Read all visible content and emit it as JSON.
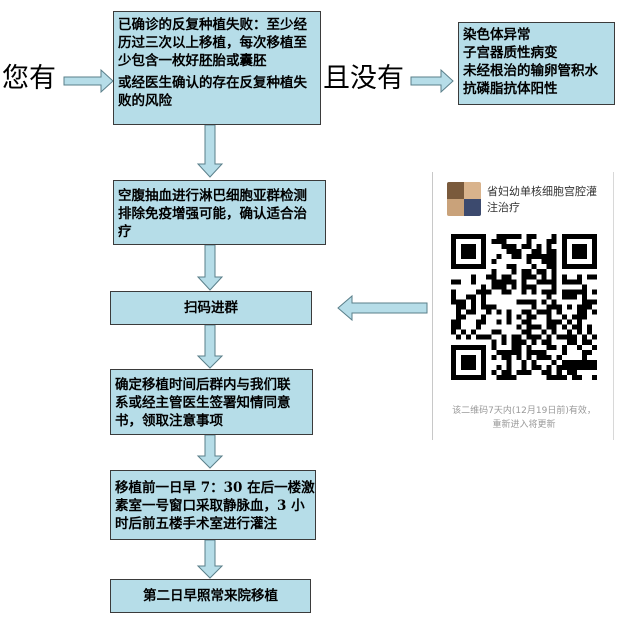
{
  "left_label": "您有",
  "middle_label": "且没有",
  "condition_box": {
    "lines": [
      "已确诊的反复种植失败：至少经",
      "历过三次以上移植，每次移植至",
      "少包含一枚好胚胎或囊胚",
      "或经医生确认的存在反复种植失",
      "败的风险"
    ]
  },
  "exclusion_box": {
    "lines": [
      "染色体异常",
      "子宫器质性病变",
      "未经根治的输卵管积水",
      "抗磷脂抗体阳性"
    ]
  },
  "steps": [
    {
      "lines": [
        "空腹抽血进行淋巴细胞亚群检测",
        "排除免疫增强可能，确认适合治",
        "疗"
      ]
    },
    {
      "lines": [
        "扫码进群"
      ]
    },
    {
      "lines": [
        "确定移植时间后群内与我们联",
        "系或经主管医生签署知情同意",
        "书，领取注意事项"
      ]
    },
    {
      "lines": [
        "移植前一日早 7：30 在后一楼激",
        "素室一号窗口采取静脉血，3 小",
        "时后前五楼手术室进行灌注"
      ]
    },
    {
      "lines": [
        "第二日早照常来院移植"
      ]
    }
  ],
  "qr_card": {
    "group_name_lines": [
      "省妇幼单核细胞宫腔灌",
      "注治疗"
    ],
    "note_lines": [
      "该二维码7天内(12月19日前)有效，",
      "重新进入将更新"
    ]
  },
  "colors": {
    "box_fill": "#b6dde8",
    "box_border": "#3b3b3b",
    "arrow_fill": "#b6dde8",
    "arrow_stroke": "#5a7f8a"
  }
}
